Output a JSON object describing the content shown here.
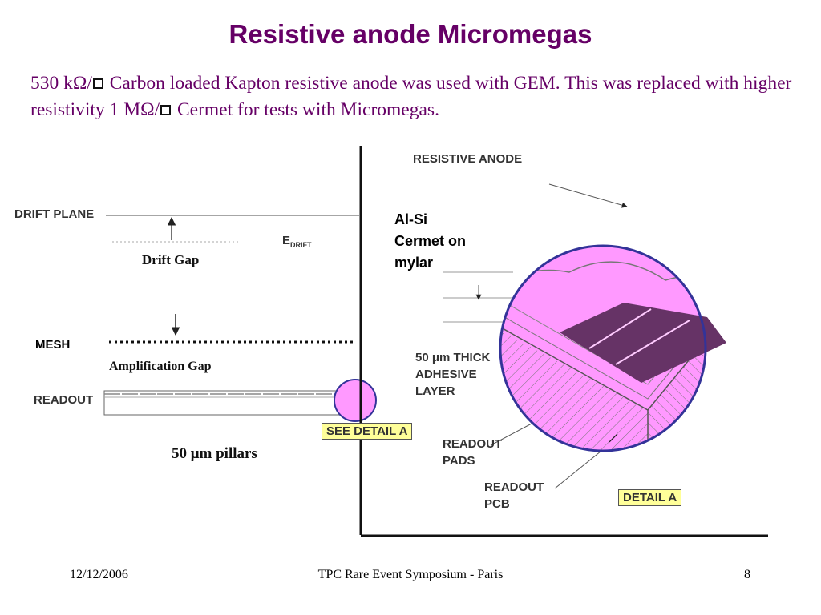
{
  "slide": {
    "title": "Resistive anode Micromegas",
    "paragraph": {
      "part1": "530 kΩ/",
      "part2": " Carbon loaded Kapton resistive anode was used with GEM. This was replaced with higher resistivity 1 MΩ/",
      "part3": " Cermet for tests with Micromegas."
    }
  },
  "diagram": {
    "labels": {
      "drift_plane": "DRIFT PLANE",
      "e_drift_main": "E",
      "e_drift_sub": "DRIFT",
      "drift_gap": "Drift Gap",
      "mesh": "MESH",
      "amplification_gap": "Amplification Gap",
      "readout": "READOUT",
      "see_detail": "SEE DETAIL A",
      "pillars": "50 μm pillars",
      "resistive_anode": "RESISTIVE ANODE",
      "cermet_line1": "Al-Si",
      "cermet_line2": "Cermet on",
      "cermet_line3": "mylar",
      "adhesive_line1": "50 μm THICK",
      "adhesive_line2": "ADHESIVE",
      "adhesive_line3": "LAYER",
      "readout_pads_line1": "READOUT",
      "readout_pads_line2": "PADS",
      "readout_pcb_line1": "READOUT",
      "readout_pcb_line2": "PCB",
      "detail_a": "DETAIL A"
    },
    "colors": {
      "highlight_fill": "#ff99ff",
      "highlight_stroke": "#333399",
      "pad_fill": "#663366",
      "callout_fill": "#ffff99",
      "title_color": "#660066"
    }
  },
  "footer": {
    "date": "12/12/2006",
    "event": "TPC Rare Event Symposium - Paris",
    "page": "8"
  }
}
